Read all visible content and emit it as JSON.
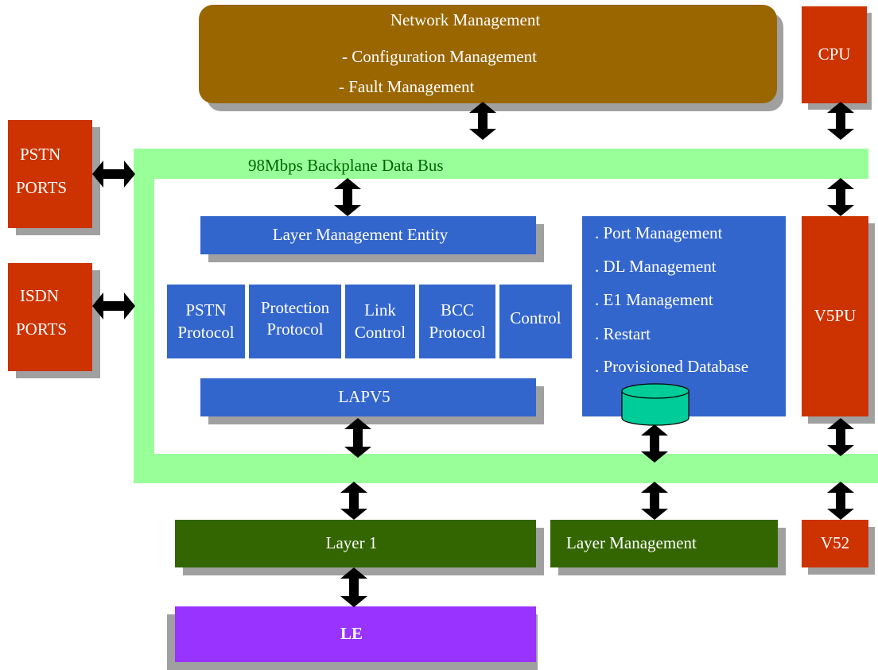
{
  "network_management": {
    "title": "Network Management",
    "line1": "- Configuration Management",
    "line2": "- Fault Management"
  },
  "cpu": "CPU",
  "pstn_ports": [
    "PSTN",
    "PORTS"
  ],
  "isdn_ports": [
    "ISDN",
    "PORTS"
  ],
  "backplane": "98Mbps Backplane Data Bus",
  "layer_management_entity": "Layer Management Entity",
  "protocols": [
    {
      "line1": "PSTN",
      "line2": "Protocol"
    },
    {
      "line1": "Protection",
      "line2": "Protocol"
    },
    {
      "line1": "Link",
      "line2": "Control"
    },
    {
      "line1": "BCC",
      "line2": "Protocol"
    },
    {
      "line1": "Control",
      "line2": ""
    }
  ],
  "lapv5": "LAPV5",
  "management_list": [
    ". Port Management",
    ". DL Management",
    ". E1 Management",
    ". Restart",
    ". Provisioned Database"
  ],
  "v5pu": "V5PU",
  "layer1": "Layer 1",
  "layer_management": "Layer Management",
  "v52": "V52",
  "le": "LE",
  "colors": {
    "brown": "#996600",
    "red": "#cc3300",
    "blue": "#3366cc",
    "light_green": "#99ff99",
    "dark_green": "#336600",
    "purple": "#9933ff",
    "teal": "#00cc99"
  }
}
